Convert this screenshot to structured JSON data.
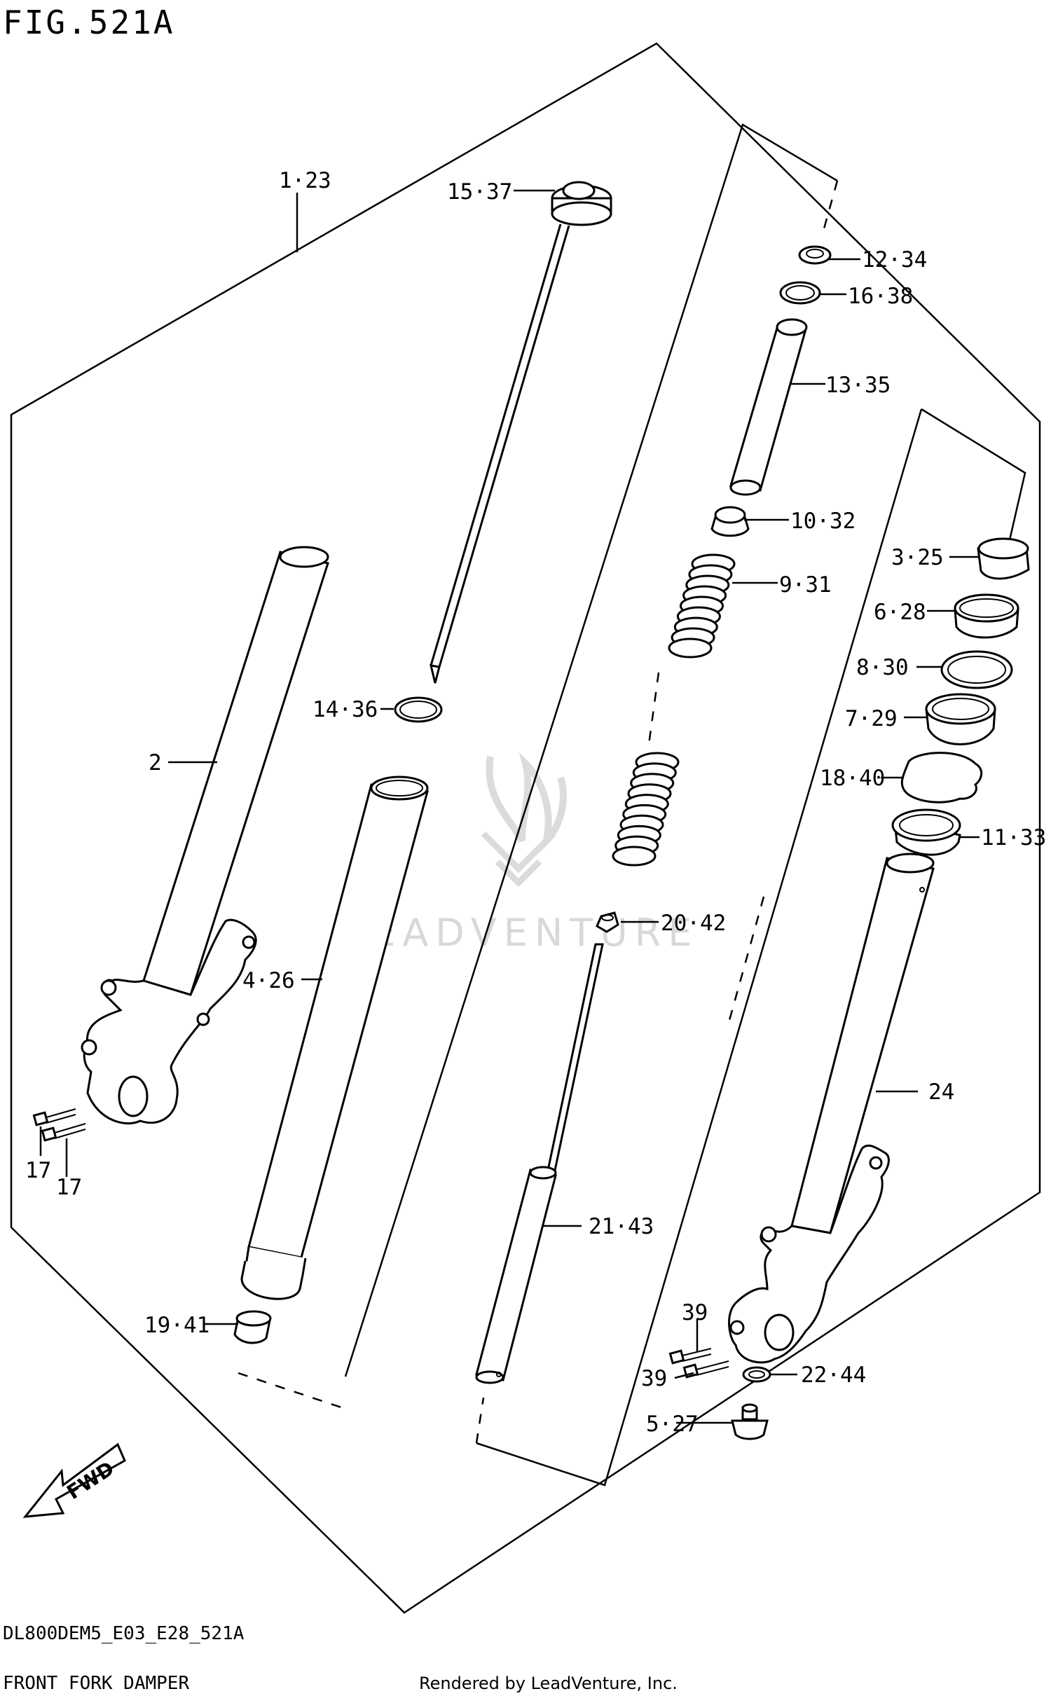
{
  "figure": {
    "title": "FIG.521A",
    "model_code": "DL800DEM5_E03_E28_521A",
    "caption": "FRONT FORK DAMPER",
    "render_credit": "Rendered by LeadVenture, Inc.",
    "watermark": "LEADVENTURE",
    "direction_marker": "FWD"
  },
  "callouts": [
    {
      "id": "1-23",
      "text": "1·23"
    },
    {
      "id": "15-37",
      "text": "15·37"
    },
    {
      "id": "12-34",
      "text": "12·34"
    },
    {
      "id": "16-38",
      "text": "16·38"
    },
    {
      "id": "13-35",
      "text": "13·35"
    },
    {
      "id": "10-32",
      "text": "10·32"
    },
    {
      "id": "9-31",
      "text": "9·31"
    },
    {
      "id": "3-25",
      "text": "3·25"
    },
    {
      "id": "6-28",
      "text": "6·28"
    },
    {
      "id": "8-30",
      "text": "8·30"
    },
    {
      "id": "7-29",
      "text": "7·29"
    },
    {
      "id": "18-40",
      "text": "18·40"
    },
    {
      "id": "11-33",
      "text": "11·33"
    },
    {
      "id": "14-36",
      "text": "14·36"
    },
    {
      "id": "2",
      "text": "2"
    },
    {
      "id": "4-26",
      "text": "4·26"
    },
    {
      "id": "20-42",
      "text": "20·42"
    },
    {
      "id": "24",
      "text": "24"
    },
    {
      "id": "17a",
      "text": "17"
    },
    {
      "id": "17b",
      "text": "17"
    },
    {
      "id": "21-43",
      "text": "21·43"
    },
    {
      "id": "19-41",
      "text": "19·41"
    },
    {
      "id": "39a",
      "text": "39"
    },
    {
      "id": "39b",
      "text": "39"
    },
    {
      "id": "22-44",
      "text": "22·44"
    },
    {
      "id": "5-27",
      "text": "5·27"
    }
  ]
}
